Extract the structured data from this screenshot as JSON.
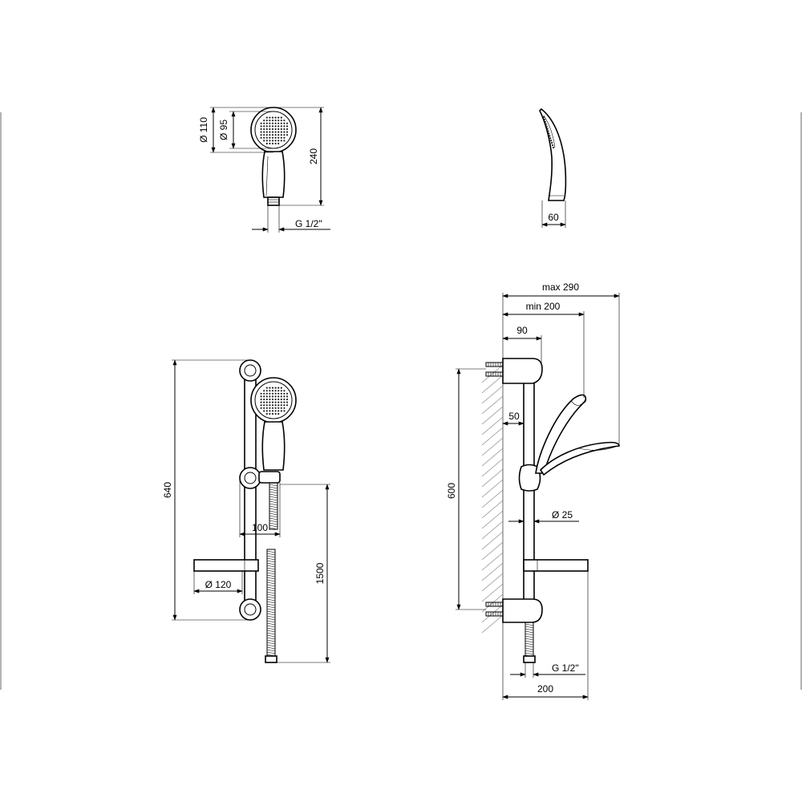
{
  "dimensions": {
    "head_outer_diameter": "Ø 110",
    "head_face_diameter": "Ø 95",
    "handshower_length": "240",
    "handshower_connection": "G 1/2\"",
    "handshower_width_side": "60",
    "rail_height_front": "640",
    "holder_spacing": "100",
    "soap_dish_diameter": "Ø 120",
    "hose_length": "1500",
    "max_projection": "max 290",
    "min_projection": "min 200",
    "bracket_projection": "90",
    "rail_wall_offset": "50",
    "rail_diameter": "Ø 25",
    "fixing_distance": "600",
    "outlet_connection": "G 1/2\"",
    "soap_dish_projection": "200"
  },
  "colors": {
    "line": "#000000",
    "hatch": "#888888",
    "background": "#ffffff"
  }
}
